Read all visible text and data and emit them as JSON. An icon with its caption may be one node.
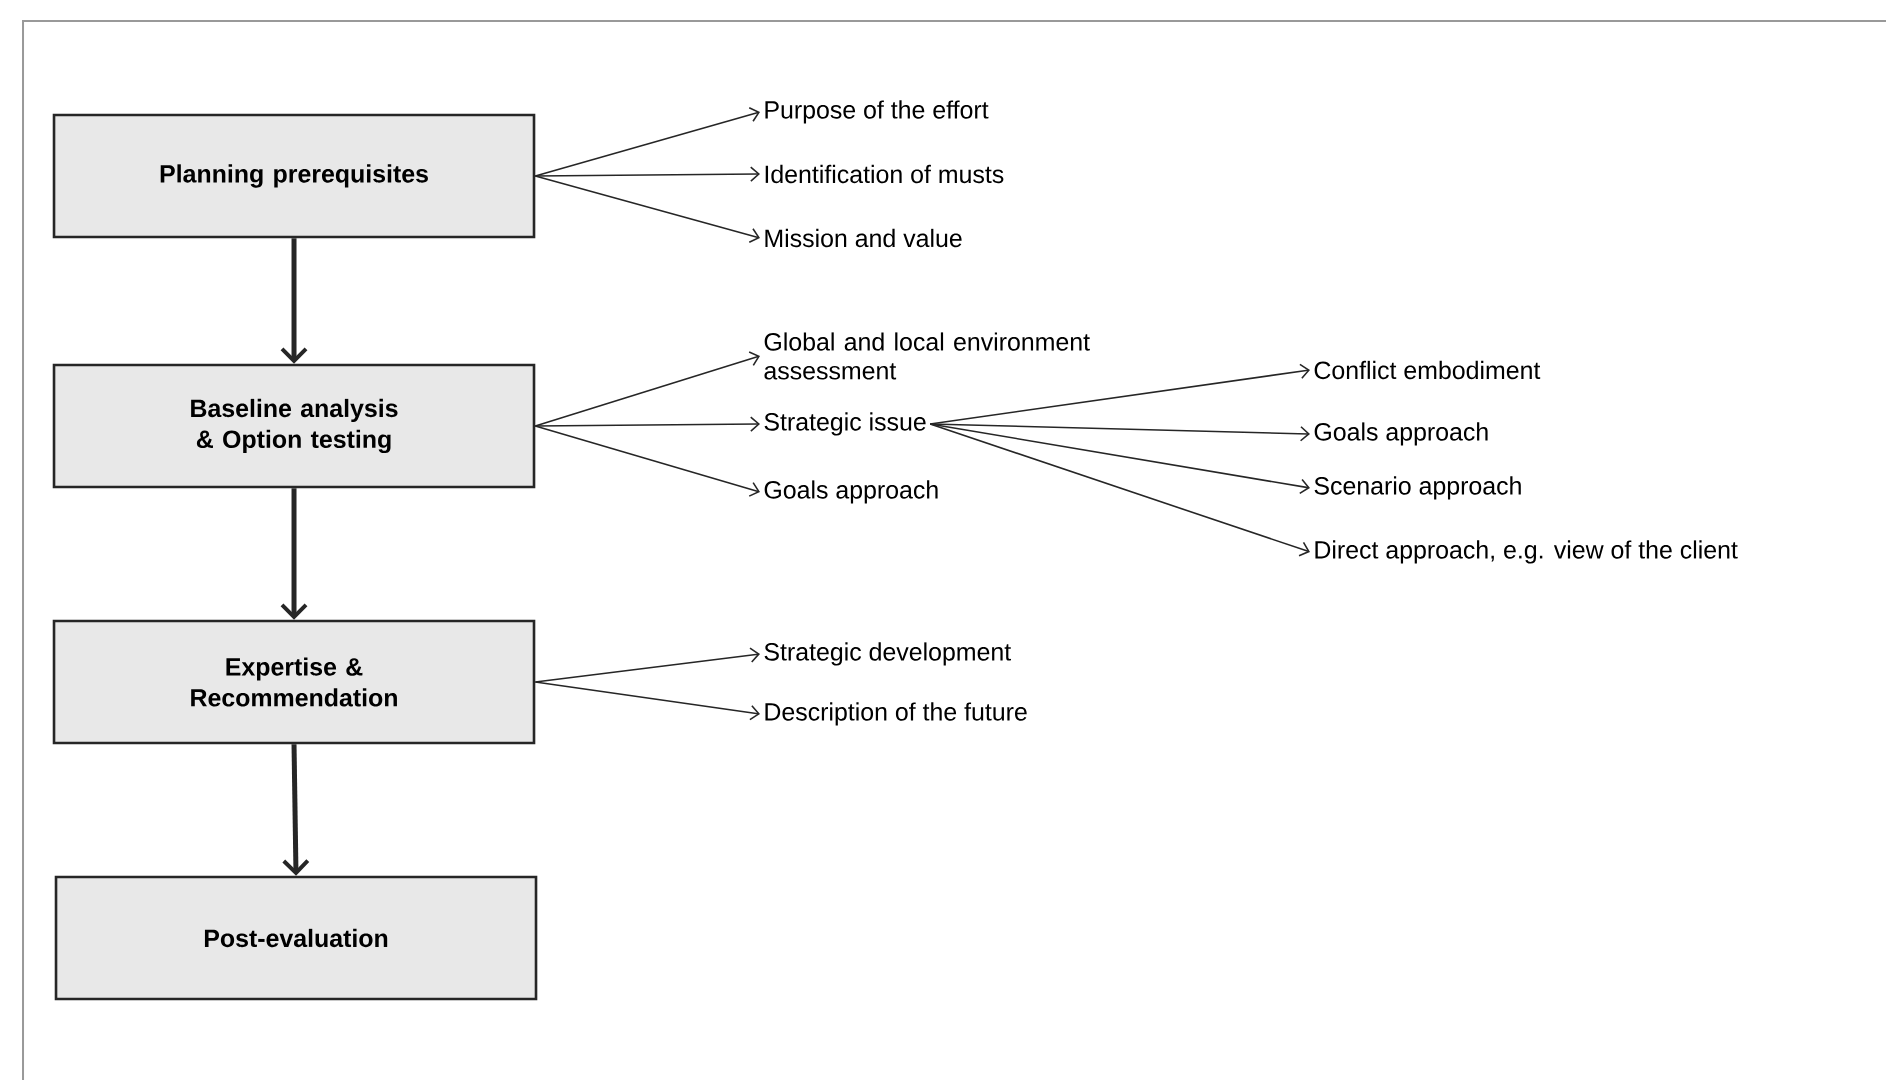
{
  "diagram": {
    "nodes": [
      {
        "text": [
          "Planning prerequisites"
        ]
      },
      {
        "text": [
          "Baseline analysis & Option testing"
        ]
      },
      {
        "text": [
          "Expertise & Recommendation"
        ]
      },
      {
        "text": [
          "Post-evaluation"
        ]
      },
      {
        "text": [
          "Purpose of the effort"
        ]
      },
      {
        "text": [
          "Identification of musts"
        ]
      },
      {
        "text": [
          "Mission and value"
        ]
      },
      {
        "text": [
          "Global and local environment assessment"
        ]
      },
      {
        "text": [
          "Strategic issue"
        ]
      },
      {
        "text": [
          "Goals approach"
        ]
      },
      {
        "text": [
          "Conflict embodiment"
        ]
      },
      {
        "text": [
          "Goals approach"
        ]
      },
      {
        "text": [
          "Scenario approach"
        ]
      },
      {
        "text": [
          "Direct approach, e.g. view of the client"
        ]
      },
      {
        "text": [
          "Strategic development"
        ]
      },
      {
        "text": [
          "Description of the future"
        ]
      }
    ],
    "edges": [
      {
        "from": 0,
        "to": 1,
        "arrow": "to",
        "style": "thick"
      },
      {
        "from": 1,
        "to": 2,
        "arrow": "to",
        "style": "thick"
      },
      {
        "from": 2,
        "to": 3,
        "arrow": "to",
        "style": "thick"
      },
      {
        "from": 0,
        "to": 4,
        "arrow": "to"
      },
      {
        "from": 0,
        "to": 5,
        "arrow": "to"
      },
      {
        "from": 0,
        "to": 6,
        "arrow": "to"
      },
      {
        "from": 1,
        "to": 7,
        "arrow": "to"
      },
      {
        "from": 1,
        "to": 8,
        "arrow": "to"
      },
      {
        "from": 1,
        "to": 9,
        "arrow": "to"
      },
      {
        "from": 8,
        "to": 10,
        "arrow": "to"
      },
      {
        "from": 8,
        "to": 11,
        "arrow": "to"
      },
      {
        "from": 8,
        "to": 12,
        "arrow": "to"
      },
      {
        "from": 8,
        "to": 13,
        "arrow": "to"
      },
      {
        "from": 2,
        "to": 14,
        "arrow": "to"
      },
      {
        "from": 2,
        "to": 15,
        "arrow": "to"
      }
    ]
  }
}
